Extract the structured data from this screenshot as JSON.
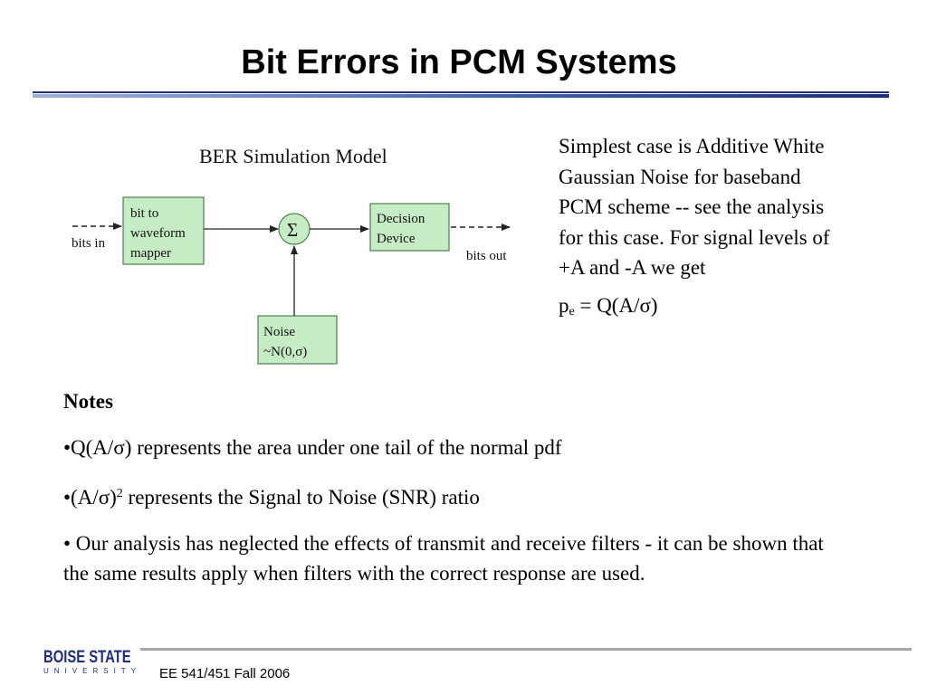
{
  "slide": {
    "title": "Bit Errors in PCM Systems"
  },
  "diagram": {
    "heading": "BER Simulation Model",
    "input_label": "bits in",
    "output_label": "bits out",
    "mapper_lines": [
      "bit to",
      "waveform",
      "mapper"
    ],
    "sum_symbol": "Σ",
    "decision_lines": [
      "Decision",
      "Device"
    ],
    "noise_lines": [
      "Noise",
      "~N(0,σ)"
    ],
    "colors": {
      "box_fill": "#c6ecc6",
      "box_stroke": "#4f7f4f"
    }
  },
  "right_text": {
    "paragraph": "Simplest case is Additive White Gaussian Noise for baseband PCM scheme -- see the analysis for this case. For signal levels of +A and -A we get",
    "formula_p": "p",
    "formula_sub": "e",
    "formula_rest": " = Q(A/σ)"
  },
  "notes": {
    "heading": "Notes",
    "item1": "•Q(A/σ) represents the area under one tail of the normal pdf",
    "item2_prefix": "•(A/σ)",
    "item2_sup": "2",
    "item2_suffix": " represents the Signal to Noise (SNR) ratio",
    "item3": "• Our analysis has neglected the effects of transmit and receive filters - it can be shown that the same results apply when filters with the correct response are used."
  },
  "footer": {
    "logo_main": "BOISE STATE",
    "logo_sub": "UNIVERSITY",
    "course": "EE 541/451 Fall 2006"
  }
}
